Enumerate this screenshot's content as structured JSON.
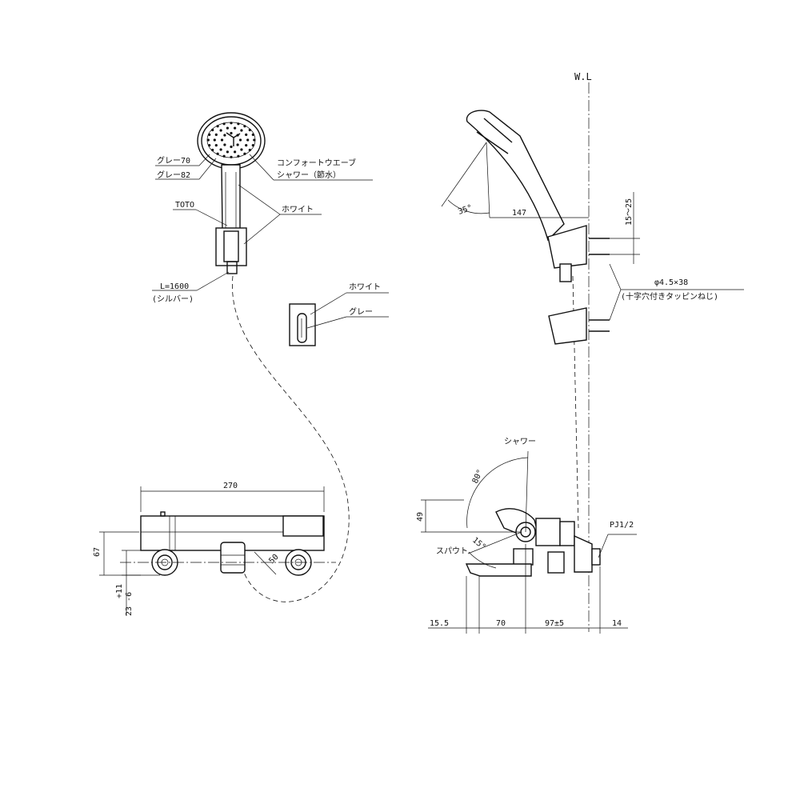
{
  "shower_head": {
    "grey70": "グレー70",
    "grey82": "グレー82",
    "name_line1": "コンフォートウエーブ",
    "name_line2": "シャワー（節水）",
    "brand": "TOTO",
    "white": "ホワイト",
    "hose_length": "L=1600",
    "hose_color": "(シルバー)"
  },
  "holder": {
    "white": "ホワイト",
    "grey": "グレー"
  },
  "side_view": {
    "water_level": "W.L",
    "angle": "35°",
    "reach": "147",
    "height_range": "15～25",
    "screw_size": "φ4.5×38",
    "screw_type": "(十字穴付きタッピンねじ)"
  },
  "faucet_side": {
    "shower": "シャワー",
    "angle_80": "80°",
    "angle_15": "15°",
    "spout": "スパウト",
    "pipe": "PJ1/2",
    "dim_49": "49",
    "dim_15_5": "15.5",
    "dim_70": "70",
    "dim_97": "97±5",
    "dim_14": "14"
  },
  "faucet_front": {
    "width": "270",
    "height": "67",
    "pitch": "50",
    "tol_plus": "+11",
    "tol_minus": "23 -6"
  }
}
